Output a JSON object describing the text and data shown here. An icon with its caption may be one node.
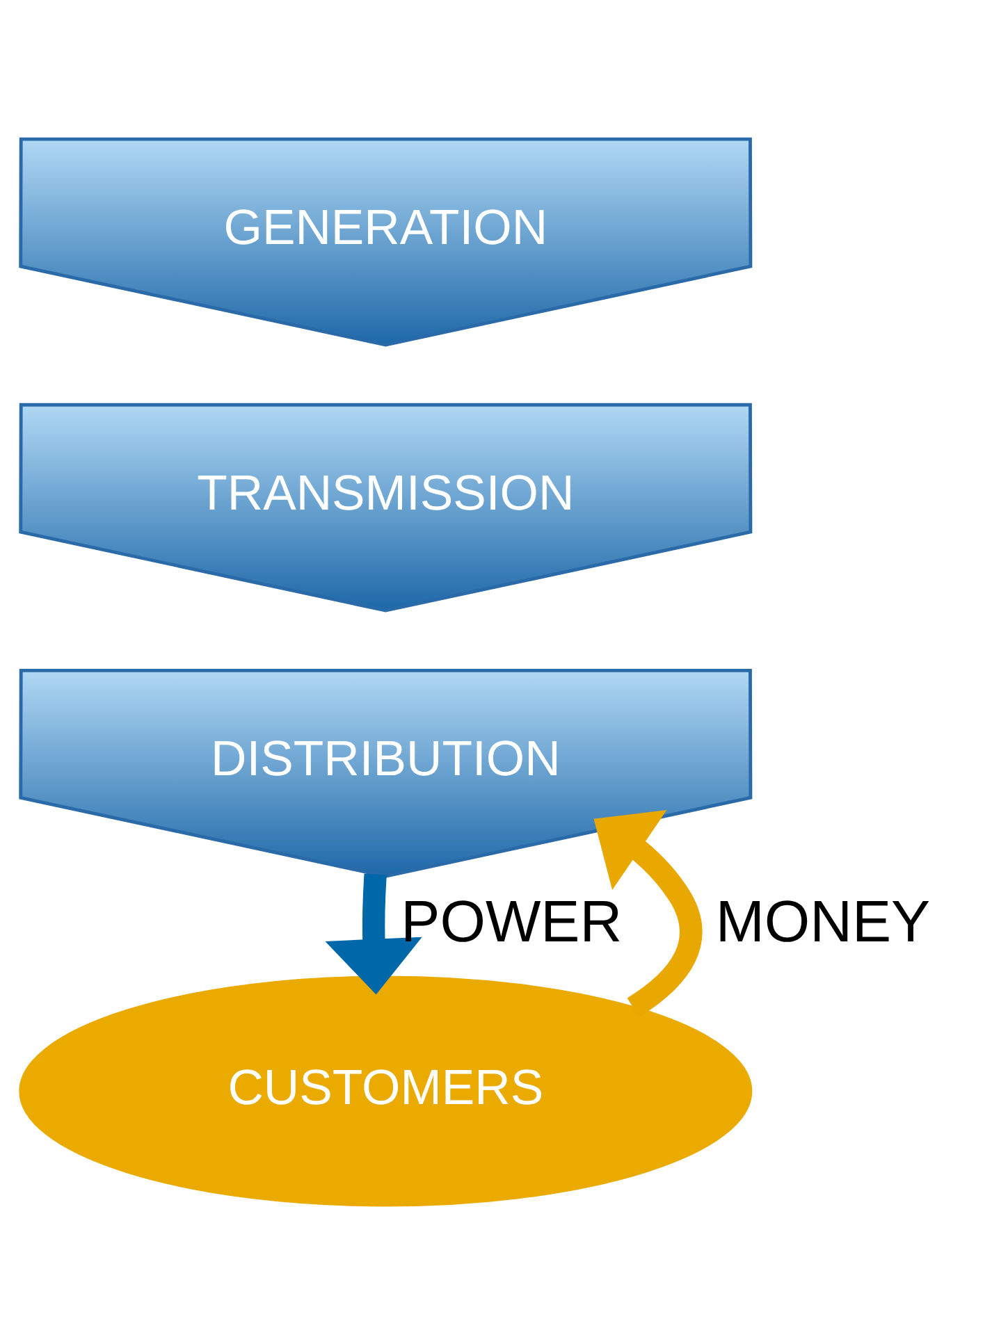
{
  "diagram": {
    "nodes": [
      {
        "text": [
          "GENERATION"
        ]
      },
      {
        "text": [
          "TRANSMISSION"
        ]
      },
      {
        "text": [
          "DISTRIBUTION"
        ]
      },
      {
        "text": [
          "CUSTOMERS"
        ]
      }
    ],
    "edges": [
      {
        "from": 2,
        "to": 3,
        "arrow": "to",
        "label": "POWER",
        "color": "#0068a8"
      },
      {
        "from": 3,
        "to": 2,
        "arrow": "to",
        "label": "MONEY",
        "color": "#e8a800"
      }
    ]
  }
}
